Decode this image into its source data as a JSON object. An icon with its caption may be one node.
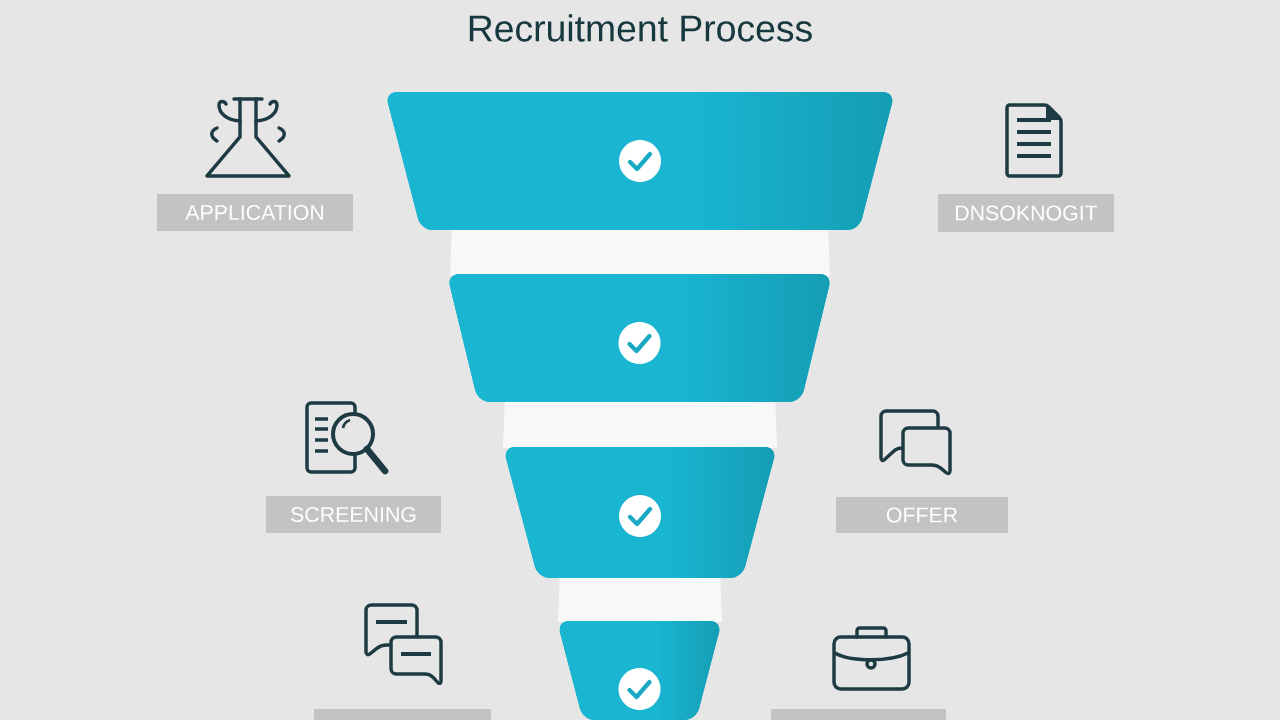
{
  "diagram": {
    "title": "Recruitment Process",
    "nodes": [
      {
        "text": [
          "APPLICATION"
        ]
      },
      {
        "text": [],
        "shape": "trapezoid"
      },
      {
        "text": [
          "DNSOKNOGIT"
        ]
      },
      {
        "text": [],
        "shape": "trapezoid"
      },
      {
        "text": [
          "SCREENING"
        ]
      },
      {
        "text": [],
        "shape": "trapezoid"
      },
      {
        "text": [
          "OFFER"
        ]
      },
      {
        "text": [],
        "shape": "box"
      },
      {
        "text": [],
        "shape": "trapezoid"
      },
      {
        "text": [],
        "shape": "box"
      }
    ]
  }
}
